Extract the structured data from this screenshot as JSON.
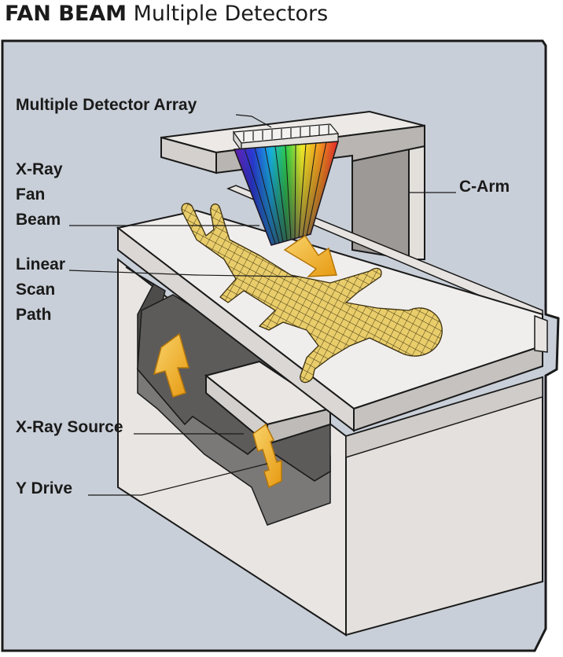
{
  "title": {
    "bold": "FAN BEAM",
    "rest": "Multiple Detectors"
  },
  "labels": {
    "detector_array": "Multiple Detector Array",
    "fan_beam": [
      "X-Ray",
      "Fan",
      "Beam"
    ],
    "c_arm": "C-Arm",
    "scan_path": [
      "Linear",
      "Scan",
      "Path"
    ],
    "source": "X-Ray Source",
    "y_drive": "Y Drive"
  },
  "colors": {
    "background_panel": "#c9cfd8",
    "machine_light": "#ece9e6",
    "machine_shadow": "#b3b0ad",
    "body_fill": "#e9cd6a",
    "arrow": "#f2b11f",
    "outline": "#1a1a1a"
  }
}
